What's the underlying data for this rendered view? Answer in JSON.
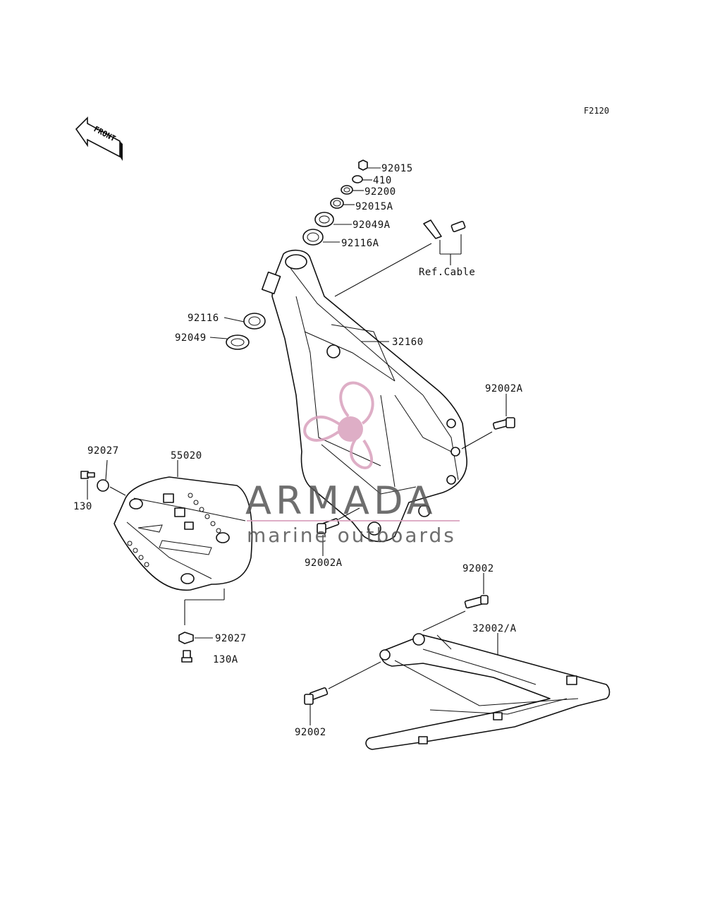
{
  "diagram_code": "F2120",
  "front_arrow": {
    "text": "FRONT",
    "icon": "front-arrow-icon"
  },
  "labels": {
    "p92015": "92015",
    "p410": "410",
    "p92200": "92200",
    "p92015A": "92015A",
    "p92049A": "92049A",
    "p92116A": "92116A",
    "ref_cable": "Ref.Cable",
    "p92116": "92116",
    "p92049": "92049",
    "p32160": "32160",
    "p92002A_right": "92002A",
    "p92027_top": "92027",
    "p55020": "55020",
    "p130": "130",
    "p92002A_bottom": "92002A",
    "p92002_top": "92002",
    "p32002A": "32002/A",
    "p92027_bottom": "92027",
    "p130A": "130A",
    "p92002_bottom": "92002"
  },
  "watermark": {
    "brand": "ARMADA",
    "tagline": "marine outboards",
    "logo_color": "#d9a0bd",
    "text_color": "#555555"
  }
}
